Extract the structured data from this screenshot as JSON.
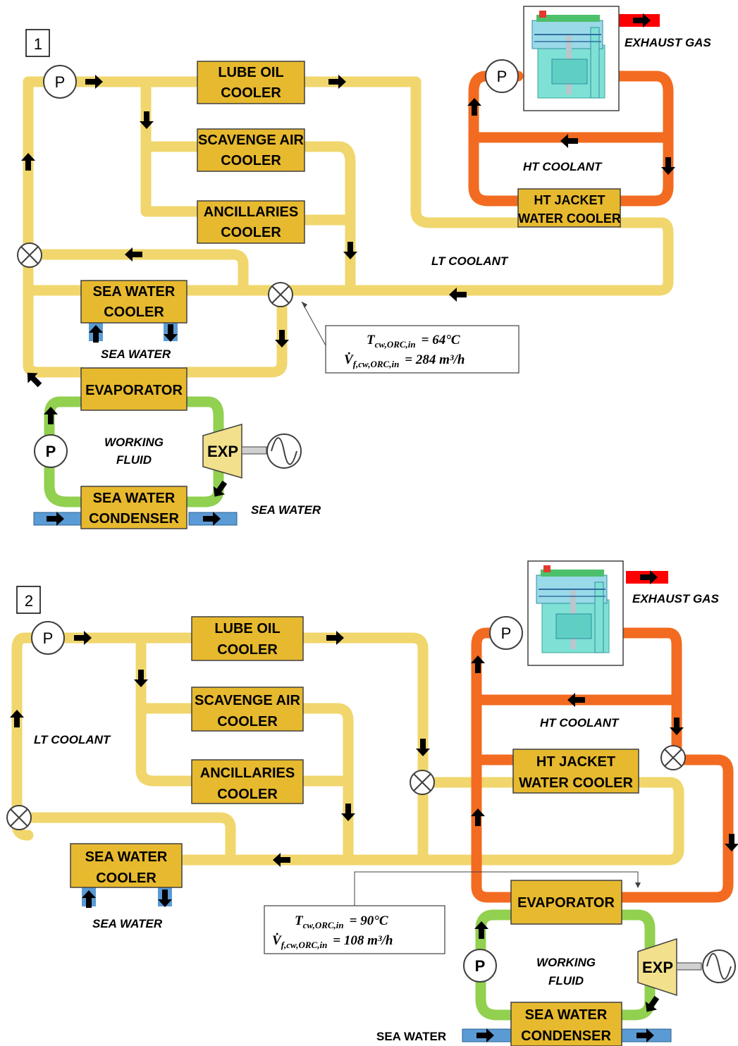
{
  "panel1": {
    "number": "1",
    "components": {
      "lube_oil_cooler": [
        "LUBE OIL",
        "COOLER"
      ],
      "scavenge_air_cooler": [
        "SCAVENGE AIR",
        "COOLER"
      ],
      "ancillaries_cooler": [
        "ANCILLARIES",
        "COOLER"
      ],
      "sea_water_cooler": [
        "SEA WATER",
        "COOLER"
      ],
      "ht_jacket_water_cooler": [
        "HT JACKET",
        "WATER COOLER"
      ],
      "evaporator": "EVAPORATOR",
      "sea_water_condenser": [
        "SEA WATER",
        "CONDENSER"
      ],
      "expander": "EXP",
      "pump": "P"
    },
    "labels": {
      "exhaust_gas": "EXHAUST GAS",
      "ht_coolant": "HT COOLANT",
      "lt_coolant": "LT COOLANT",
      "sea_water_1": "SEA WATER",
      "sea_water_2": "SEA WATER",
      "working_fluid": [
        "WORKING",
        "FLUID"
      ]
    },
    "annotation": {
      "temperature": "T",
      "temperature_sub": "cw,ORC,in",
      "temperature_value": "= 64°C",
      "flow": "V̇",
      "flow_sub": "f,cw,ORC,in",
      "flow_value": "= 284 m³/h"
    }
  },
  "panel2": {
    "number": "2",
    "components": {
      "lube_oil_cooler": [
        "LUBE OIL",
        "COOLER"
      ],
      "scavenge_air_cooler": [
        "SCAVENGE AIR",
        "COOLER"
      ],
      "ancillaries_cooler": [
        "ANCILLARIES",
        "COOLER"
      ],
      "sea_water_cooler": [
        "SEA WATER",
        "COOLER"
      ],
      "ht_jacket_water_cooler": [
        "HT JACKET",
        "WATER COOLER"
      ],
      "evaporator": "EVAPORATOR",
      "sea_water_condenser": [
        "SEA WATER",
        "CONDENSER"
      ],
      "expander": "EXP",
      "pump": "P"
    },
    "labels": {
      "exhaust_gas": "EXHAUST GAS",
      "ht_coolant": "HT COOLANT",
      "lt_coolant": "LT COOLANT",
      "sea_water_1": "SEA WATER",
      "sea_water_2": "SEA WATER",
      "working_fluid": [
        "WORKING",
        "FLUID"
      ]
    },
    "annotation": {
      "temperature": "T",
      "temperature_sub": "cw,ORC,in",
      "temperature_value": "= 90°C",
      "flow": "V̇",
      "flow_sub": "f,cw,ORC,in",
      "flow_value": "= 108 m³/h"
    }
  },
  "colors": {
    "lt_coolant": "#f0d66c",
    "ht_coolant": "#f26b21",
    "working_fluid": "#92d050",
    "sea_water": "#5b9bd5",
    "exhaust_gas": "#ff0000",
    "component": "#e7b92e",
    "expander": "#f2e08c",
    "engine": "#7fe0d5"
  }
}
